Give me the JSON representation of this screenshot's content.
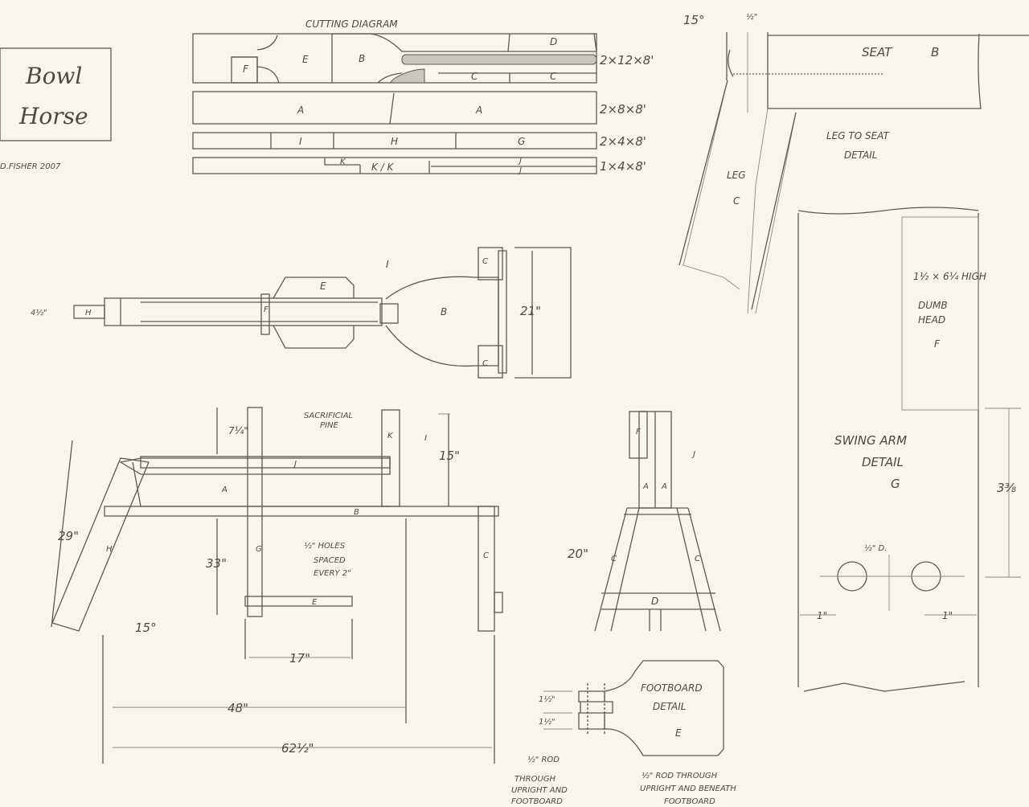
{
  "title": {
    "line1": "Bowl",
    "line2": "Horse",
    "author": "D.FISHER  2007"
  },
  "cutting_diagram": {
    "title": "CUTTING DIAGRAM",
    "boards": [
      {
        "size": "2×12×8'",
        "parts": [
          "F",
          "E",
          "B",
          "D",
          "C",
          "C"
        ]
      },
      {
        "size": "2×8×8'",
        "parts": [
          "A",
          "A"
        ]
      },
      {
        "size": "2×4×8'",
        "parts": [
          "I",
          "H",
          "G"
        ]
      },
      {
        "size": "1×4×8'",
        "parts": [
          "K",
          "K / K",
          "J",
          "J"
        ]
      }
    ]
  },
  "plan_view": {
    "width_dim": "4½\"",
    "length_dim": "21\"",
    "parts": [
      "H",
      "F",
      "E",
      "I",
      "B",
      "C",
      "C"
    ]
  },
  "side_view": {
    "labels": [
      "SACRIFICIAL",
      "PINE",
      "K",
      "I",
      "J",
      "A",
      "B",
      "H",
      "G",
      "E",
      "C"
    ],
    "dims": {
      "upright": "7¼\"",
      "height": "15\"",
      "leg": "29\"",
      "seat_height": "33\"",
      "angle": "15°",
      "foot": "17\"",
      "span": "48\"",
      "overall": "62½\""
    },
    "holes_note": [
      "½\" HOLES",
      "SPACED",
      "EVERY 2\""
    ]
  },
  "end_view": {
    "labels": [
      "F",
      "J",
      "A",
      "A",
      "C",
      "C",
      "D"
    ],
    "dim": "20\""
  },
  "leg_seat_detail": {
    "angle": "15°",
    "offset": "½\"",
    "seat": "SEAT",
    "seat_part": "B",
    "leg": "LEG",
    "leg_part": "C",
    "title1": "LEG TO SEAT",
    "title2": "DETAIL"
  },
  "swing_arm_detail": {
    "size": "1½ × 6¼ HIGH",
    "dumb1": "DUMB",
    "dumb2": "HEAD",
    "dumb_part": "F",
    "title1": "SWING ARM",
    "title2": "DETAIL",
    "part": "G",
    "height": "3⅜",
    "hole": "½\" D.",
    "left_margin": "1\"",
    "right_margin": "1\""
  },
  "footboard_detail": {
    "title1": "FOOTBOARD",
    "title2": "DETAIL",
    "part": "E",
    "dim1": "1½\"",
    "dim2": "1½\"",
    "rod1": [
      "½\" ROD",
      "THROUGH",
      "UPRIGHT AND",
      "FOOTBOARD"
    ],
    "rod2": [
      "½\" ROD THROUGH",
      "UPRIGHT AND BENEATH",
      "FOOTBOARD"
    ]
  }
}
